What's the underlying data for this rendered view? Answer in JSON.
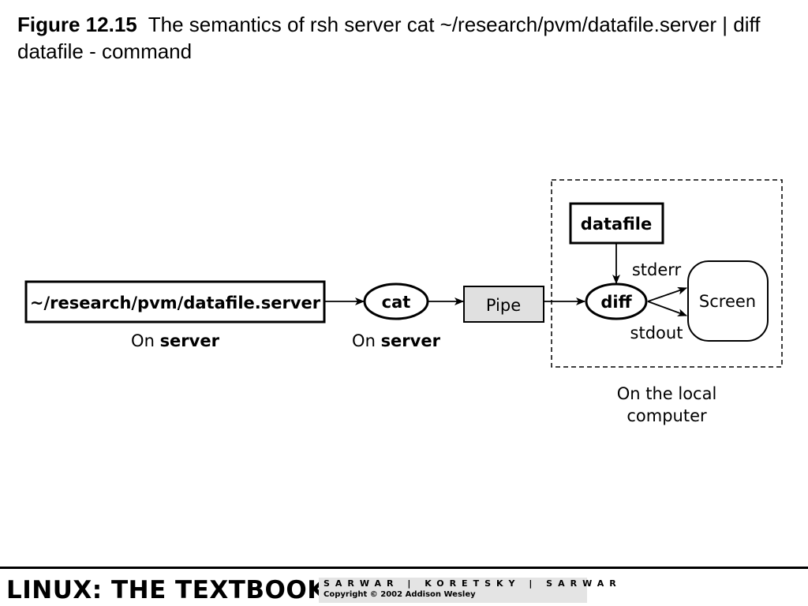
{
  "caption": {
    "figure_number": "Figure 12.15",
    "text": "The semantics of rsh server cat ~/research/pvm/datafile.server | diff datafile - command"
  },
  "diagram": {
    "nodes": {
      "source_file": "~/research/pvm/datafile.server",
      "cat": "cat",
      "pipe": "Pipe",
      "datafile": "datafile",
      "diff": "diff",
      "screen": "Screen"
    },
    "labels": {
      "on1": "On ",
      "server1": "server",
      "on2": "On ",
      "server2": "server",
      "stderr": "stderr",
      "stdout": "stdout",
      "local_line1": "On the local",
      "local_line2": "computer"
    }
  },
  "footer": {
    "title": "LINUX: THE TEXTBOOK",
    "authors": "SARWAR | KORETSKY | SARWAR",
    "copyright": "Copyright © 2002 Addison Wesley"
  }
}
